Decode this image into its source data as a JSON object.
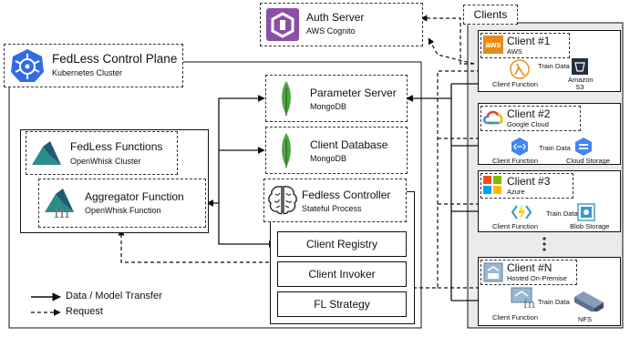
{
  "auth": {
    "title": "Auth Server",
    "subtitle": "AWS Cognito"
  },
  "control_plane": {
    "title": "FedLess Control Plane",
    "subtitle": "Kubernetes Cluster"
  },
  "functions": {
    "title": "FedLess Functions",
    "subtitle": "OpenWhisk Cluster"
  },
  "aggregator": {
    "title": "Aggregator Function",
    "subtitle": "OpenWhisk Function",
    "icon_text": "fn"
  },
  "parameter_server": {
    "title": "Parameter Server",
    "subtitle": "MongoDB"
  },
  "client_database": {
    "title": "Client Database",
    "subtitle": "MongoDB"
  },
  "controller": {
    "title": "Fedless Controller",
    "subtitle": "Stateful Process",
    "components": [
      "Client Registry",
      "Client Invoker",
      "FL Strategy"
    ]
  },
  "clients": {
    "header": "Clients",
    "items": [
      {
        "title": "Client #1",
        "subtitle": "AWS",
        "function_label": "Client Function",
        "storage_label": "Amazon S3",
        "storage_line1": "Amazon",
        "storage_line2": "S3",
        "edge_label": "Train Data",
        "logo_text": "aws"
      },
      {
        "title": "Client #2",
        "subtitle": "Google Cloud",
        "function_label": "Client Function",
        "storage_label": "Cloud Storage",
        "edge_label": "Train Data"
      },
      {
        "title": "Client #3",
        "subtitle": "Azure",
        "function_label": "Client Function",
        "storage_label": "Blob Storage",
        "edge_label": "Train Data"
      },
      {
        "title": "Client #N",
        "subtitle": "Hosted On-Premise",
        "function_label": "Client Function",
        "storage_label": "NFS",
        "edge_label": "Train Data",
        "fn_text": "fn"
      }
    ]
  },
  "legend": {
    "solid": "Data / Model Transfer",
    "dashed": "Request"
  },
  "colors": {
    "mongo_green": "#4DA53F",
    "cognito_purple": "#8C4FA8",
    "aws_orange": "#E8891A",
    "gcp_blue": "#4285F4",
    "kube_blue": "#326CE5",
    "openwhisk_teal": "#2C8C89"
  }
}
